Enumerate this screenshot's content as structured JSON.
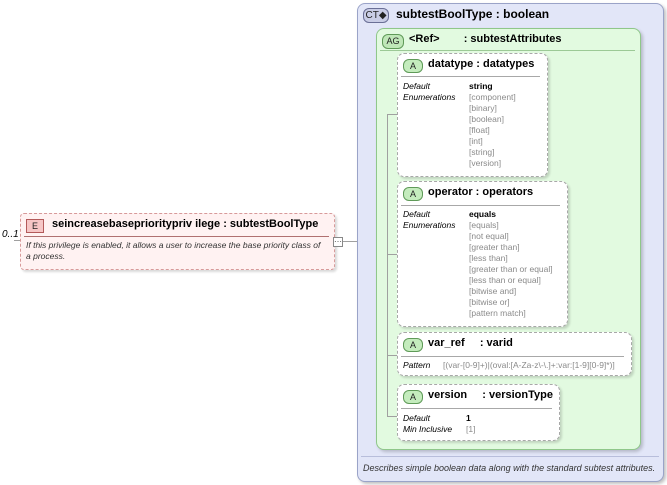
{
  "element": {
    "occurs": "0..1",
    "badge": "E",
    "title": "seincreasebaseprioritypriv ilege : subtestBoolType",
    "description": "If this privilege is enabled, it allows a user to increase the base priority class of a process."
  },
  "connector_symbol": "⋯",
  "complex_type": {
    "badge": "CT◆",
    "title": "subtestBoolType : boolean",
    "description": "Describes simple boolean data along with the standard subtest attributes."
  },
  "attribute_group": {
    "badge": "AG",
    "title_ref": "<Ref>",
    "title_type": ": subtestAttributes"
  },
  "attributes": [
    {
      "badge": "A",
      "title": "datatype : datatypes",
      "default_label": "Default",
      "enum_label": "Enumerations",
      "default_value": "string",
      "enumerations": [
        "[component]",
        "[binary]",
        "[boolean]",
        "[float]",
        "[int]",
        "[string]",
        "[version]"
      ]
    },
    {
      "badge": "A",
      "title": "operator : operators",
      "default_label": "Default",
      "enum_label": "Enumerations",
      "default_value": "equals",
      "enumerations": [
        "[equals]",
        "[not equal]",
        "[greater than]",
        "[less than]",
        "[greater than or equal]",
        "[less than or equal]",
        "[bitwise and]",
        "[bitwise or]",
        "[pattern match]"
      ]
    },
    {
      "badge": "A",
      "title_name": "var_ref",
      "title_type": ": varid",
      "pattern_label": "Pattern",
      "pattern_value": "[(var-[0-9]+)|(oval:[A-Za-z\\-\\.]+:var:[1-9][0-9]*)]"
    },
    {
      "badge": "A",
      "title_name": "version",
      "title_type": ": versionType",
      "default_label": "Default",
      "min_label": "Min Inclusive",
      "default_value": "1",
      "min_value": "[1]"
    }
  ]
}
